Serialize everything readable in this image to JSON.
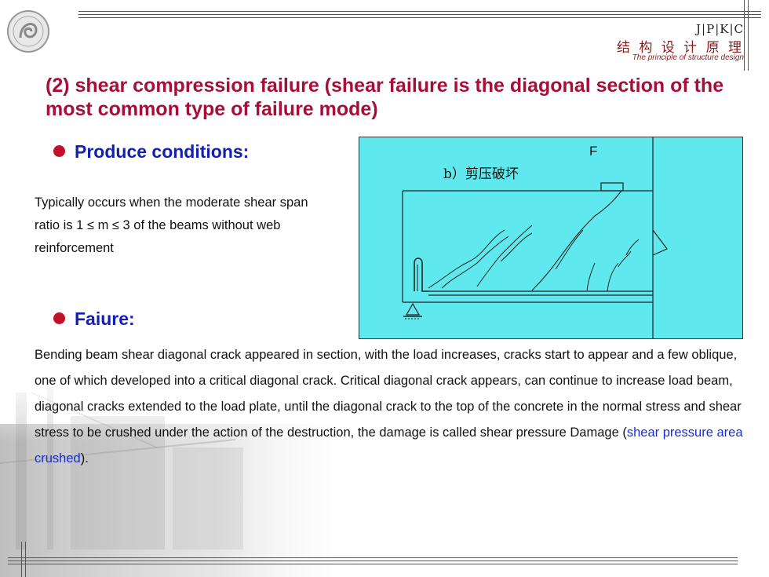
{
  "header": {
    "brand_latin": "J|P|K|C",
    "brand_chinese": "结 构 设 计 原 理",
    "brand_subtitle": "The principle of structure design"
  },
  "title": "(2) shear compression failure (shear failure is the diagonal section of the most common type of failure mode)",
  "conditions": {
    "heading": "Produce conditions:",
    "text": "Typically occurs when the moderate shear span ratio is 1 ≤ m ≤ 3 of the beams without web reinforcement"
  },
  "failure": {
    "heading": "Faiure:",
    "text_main": "Bending beam shear diagonal crack appeared in section, with the load increases, cracks start to appear and a few oblique, one of which developed into a critical diagonal crack. Critical diagonal crack appears, can continue to increase load beam, diagonal cracks extended to the load plate, until the diagonal crack to the top of the concrete in the normal stress and shear stress to be crushed under the action of the destruction, the damage is called shear pressure Damage (",
    "text_highlight": "shear pressure area crushed",
    "text_end": ")."
  },
  "diagram": {
    "load_label": "F",
    "caption": "b）剪压破坏",
    "background": "#5fe8ee"
  },
  "colors": {
    "title": "#a50f3a",
    "bullet_heading": "#1420b4",
    "bullet_dot": "#c0102a",
    "highlight": "#1a2fd0"
  }
}
